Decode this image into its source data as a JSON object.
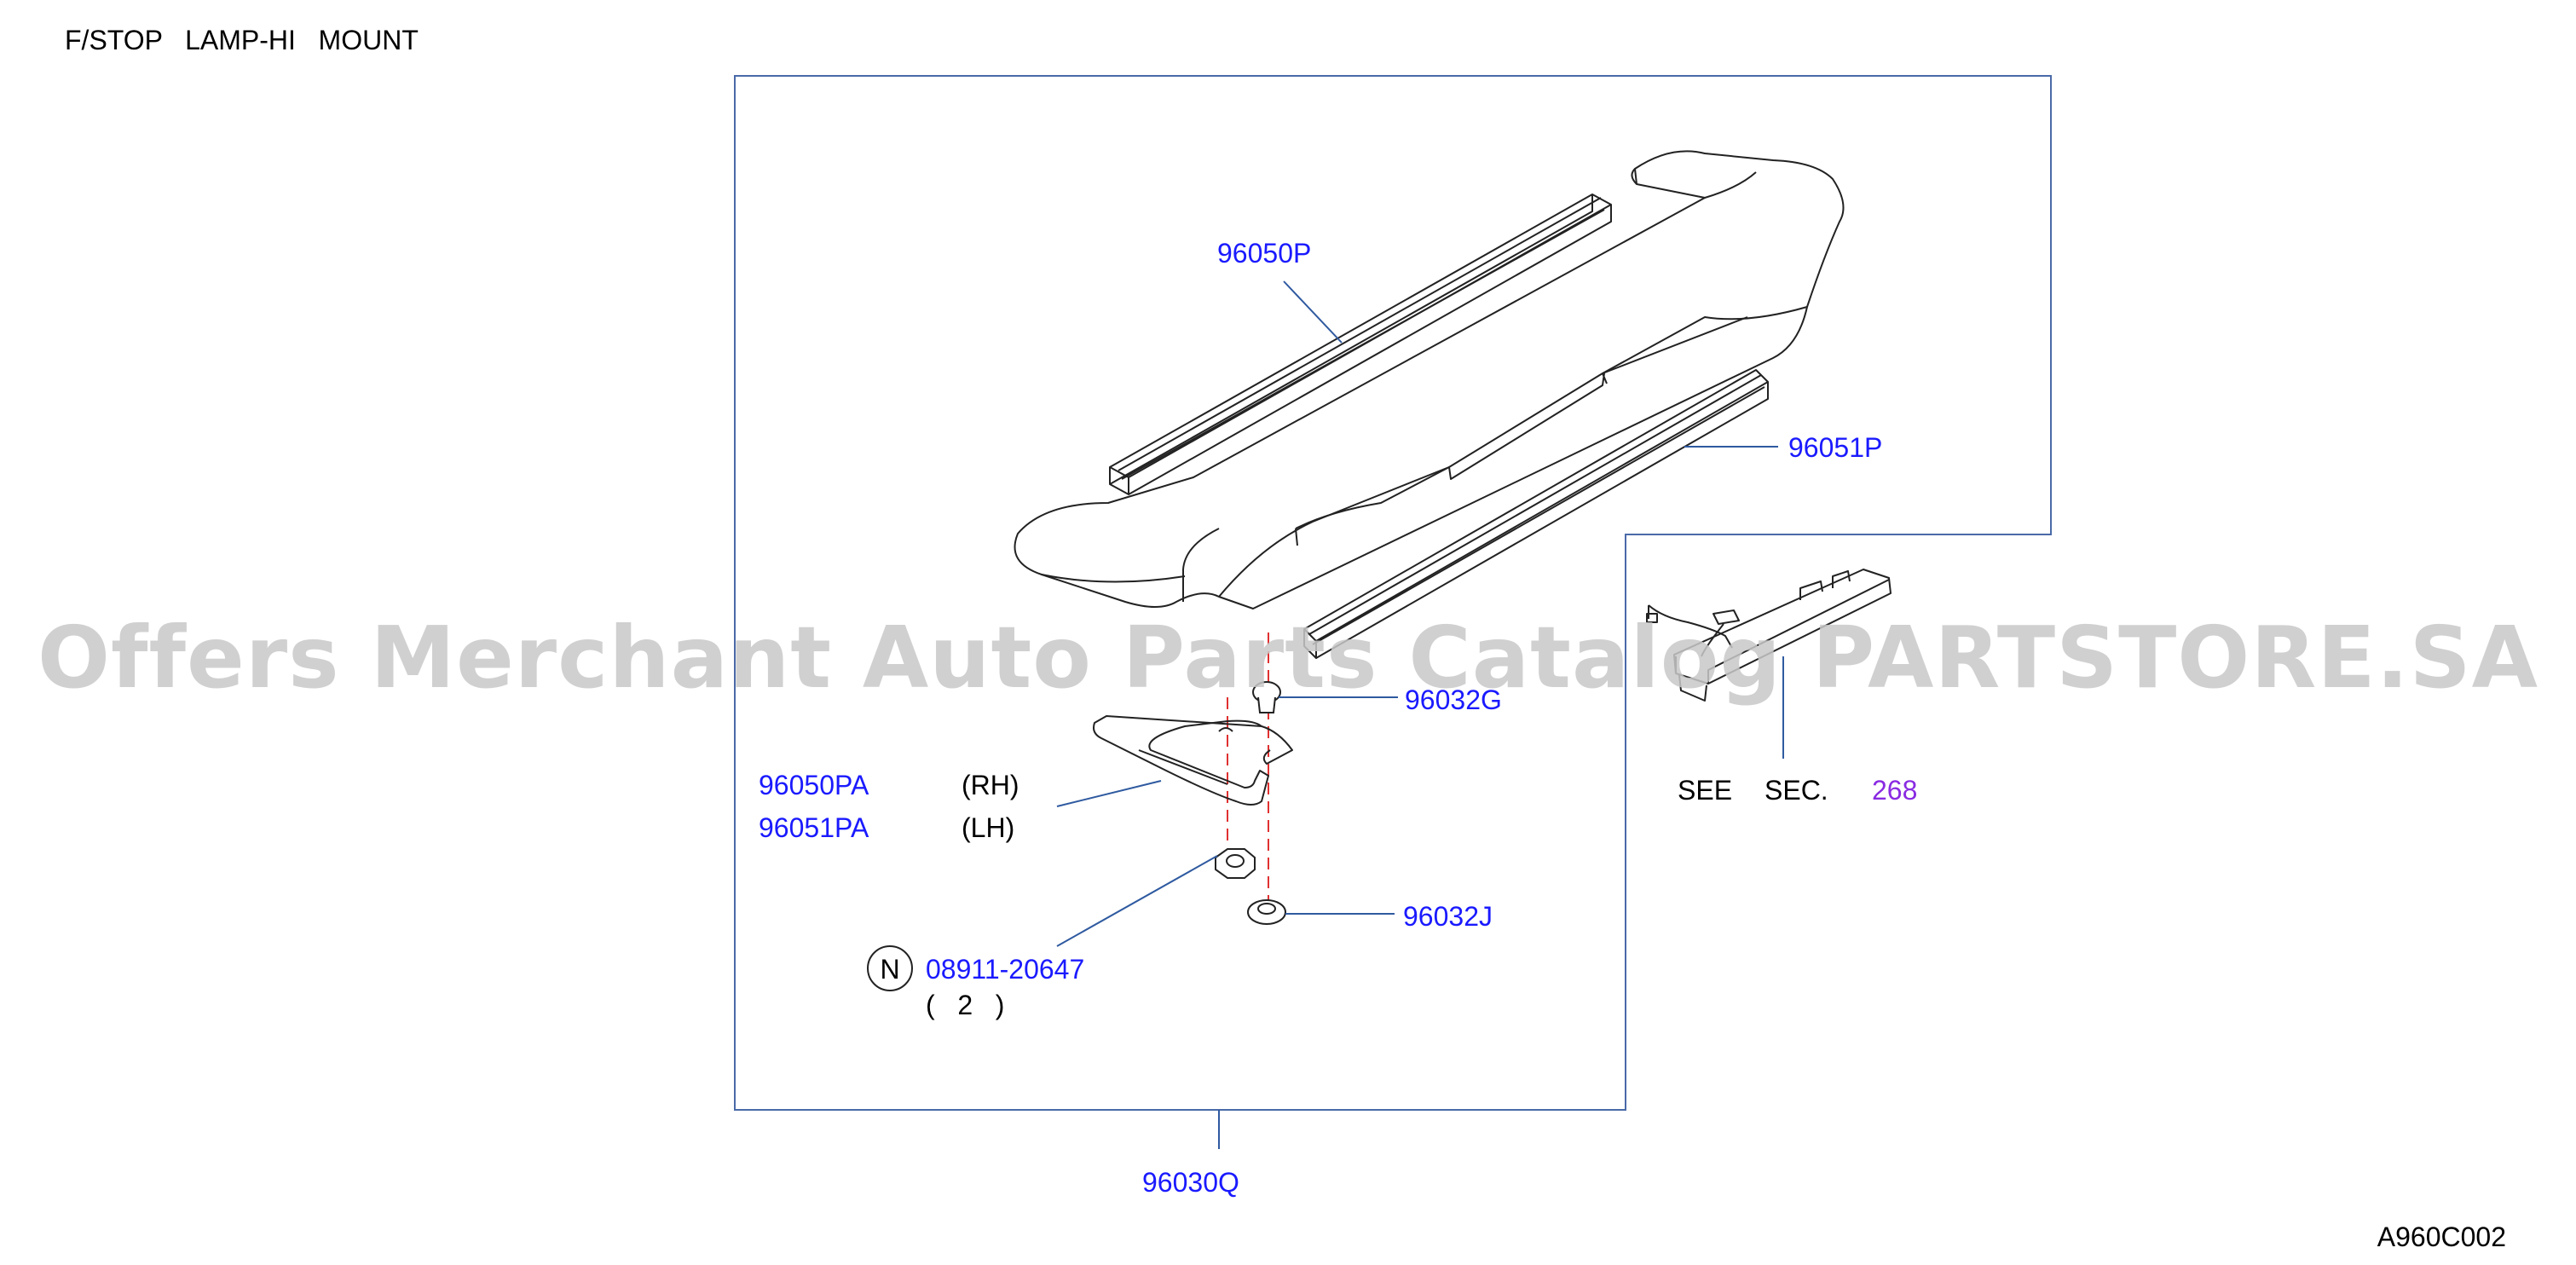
{
  "title": "F/STOP   LAMP-HI   MOUNT",
  "diagram_code": "A960C002",
  "watermark": "Offers Merchant Auto Parts Catalog PARTSTORE.SA",
  "colors": {
    "part_label": "#1a1aff",
    "black_text": "#000000",
    "frame_line": "#4a6aa8",
    "leader_line": "#2f5aa0",
    "center_line": "#e03030",
    "section_ref": "#8a2be2",
    "watermark": "#c8c8c8",
    "drawing": "#222222"
  },
  "parts": {
    "p96050P": "96050P",
    "p96051P": "96051P",
    "p96032G": "96032G",
    "p96050PA": "96050PA",
    "p96051PA": "96051PA",
    "rh": "(RH)",
    "lh": "(LH)",
    "p96032J": "96032J",
    "n_mark": "N",
    "p08911": "08911-20647",
    "qty": "(   2   )",
    "p96030Q": "96030Q"
  },
  "section_ref": {
    "see": "SEE",
    "sec": "SEC.",
    "number": "268"
  }
}
